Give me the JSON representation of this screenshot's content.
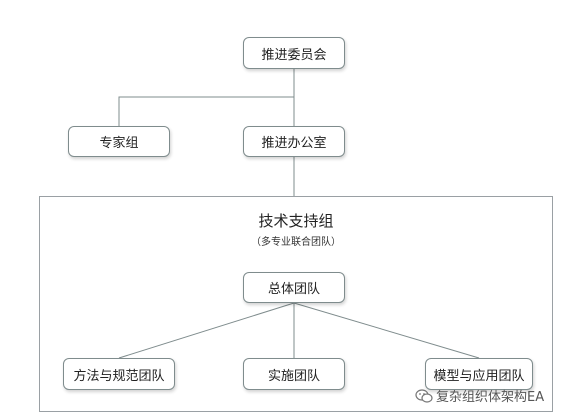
{
  "diagram": {
    "committee": "推进委员会",
    "experts": "专家组",
    "office": "推进办公室",
    "tech_group_title": "技术支持组",
    "tech_group_subtitle": "（多专业联合团队）",
    "overall_team": "总体团队",
    "methods_team": "方法与规范团队",
    "implementation_team": "实施团队",
    "model_team": "模型与应用团队"
  },
  "watermark": {
    "icon": "wechat-icon",
    "text": "复杂组织体架构EA"
  },
  "colors": {
    "line": "#7f8c8d",
    "border": "#7f8c8d",
    "frame": "#9aa0a4"
  }
}
